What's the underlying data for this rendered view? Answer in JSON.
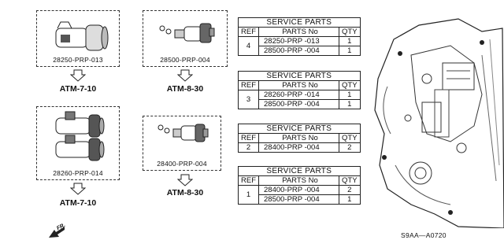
{
  "parts": [
    {
      "part_no": "28250-PRP-013",
      "ref": "ATM-7-10"
    },
    {
      "part_no": "28500-PRP-004",
      "ref": "ATM-8-30"
    },
    {
      "part_no": "28260-PRP-014",
      "ref": "ATM-7-10"
    },
    {
      "part_no": "28400-PRP-004",
      "ref": "ATM-8-30"
    }
  ],
  "tables": [
    {
      "title": "SERVICE PARTS",
      "h_ref": "REF",
      "h_parts": "PARTS No",
      "h_qty": "QTY",
      "ref": "4",
      "rows": [
        {
          "part_no": "28250-PRP -013",
          "qty": "1"
        },
        {
          "part_no": "28500-PRP -004",
          "qty": "1"
        }
      ]
    },
    {
      "title": "SERVICE PARTS",
      "h_ref": "REF",
      "h_parts": "PARTS No",
      "h_qty": "QTY",
      "ref": "3",
      "rows": [
        {
          "part_no": "28260-PRP -014",
          "qty": "1"
        },
        {
          "part_no": "28500-PRP -004",
          "qty": "1"
        }
      ]
    },
    {
      "title": "SERVICE PARTS",
      "h_ref": "REF",
      "h_parts": "PARTS No",
      "h_qty": "QTY",
      "ref": "2",
      "rows": [
        {
          "part_no": "28400-PRP -004",
          "qty": "2"
        }
      ]
    },
    {
      "title": "SERVICE PARTS",
      "h_ref": "REF",
      "h_parts": "PARTS No",
      "h_qty": "QTY",
      "ref": "1",
      "rows": [
        {
          "part_no": "28400-PRP -004",
          "qty": "2"
        },
        {
          "part_no": "28500-PRP -004",
          "qty": "1"
        }
      ]
    }
  ],
  "direction_label": "FR.",
  "drawing_code": "S9AA—A0720"
}
